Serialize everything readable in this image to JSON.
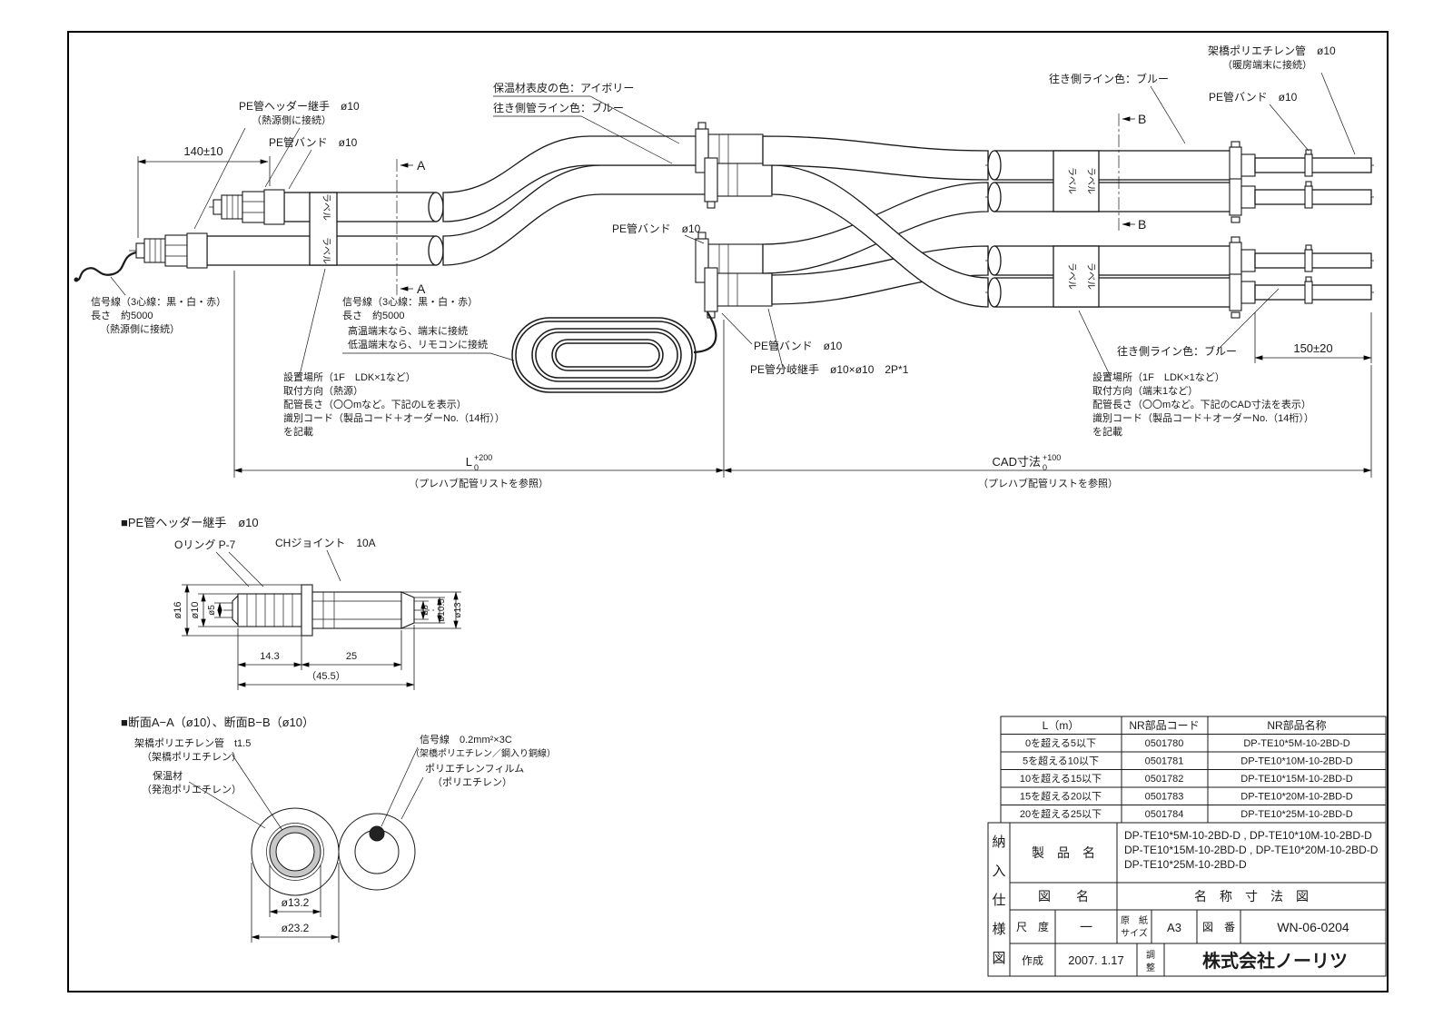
{
  "main": {
    "header_joint": "PE管ヘッダー継手　ø10",
    "header_joint_sub": "（熱源側に接続）",
    "pe_band": "PE管バンド　ø10",
    "dim_140": "140±10",
    "insulation_surface_color": "保温材表皮の色：アイボリー",
    "supply_pipe_line_color": "往き側管ライン色：ブルー",
    "supply_line_color": "往き側ライン色：ブルー",
    "pex_pipe": "架橋ポリエチレン管　ø10",
    "pex_pipe_sub": "（暖房端末に接続）",
    "signal_left_1": "信号線（3心線：黒・白・赤）",
    "signal_left_2": "長さ　約5000",
    "signal_left_3": "（熱源側に接続）",
    "signal_mid_1": "信号線（3心線：黒・白・赤）",
    "signal_mid_2": "長さ　約5000",
    "signal_mid_3": "高温端末なら、端末に接続",
    "signal_mid_4": "低温端末なら、リモコンに接続",
    "note_left_1": "設置場所（1F　LDK×1など）",
    "note_left_2": "取付方向（熱源）",
    "note_left_3": "配管長さ（〇〇mなど。下記のLを表示）",
    "note_left_4": "識別コード（製品コード＋オーダーNo.（14桁））",
    "note_left_5": "を記載",
    "branch_joint": "PE管分岐継手　ø10×ø10　2P*1",
    "note_right_1": "設置場所（1F　LDK×1など）",
    "note_right_2": "取付方向（端末1など）",
    "note_right_3": "配管長さ（〇〇mなど。下記のCAD寸法を表示）",
    "note_right_4": "識別コード（製品コード＋オーダーNo.（14桁））",
    "note_right_5": "を記載",
    "dim_150": "150±20",
    "dim_L": "L",
    "dim_L_sup": "+200",
    "dim_L_sub": "0",
    "dim_cad": "CAD寸法",
    "dim_cad_sup": "+100",
    "dim_cad_sub": "0",
    "dim_note": "（プレハブ配管リストを参照）",
    "label_tag": "ラベル",
    "sec_a": "A",
    "sec_b": "B"
  },
  "joint": {
    "title": "■PE管ヘッダー継手　ø10",
    "oring": "Oリング P-7",
    "ch_joint": "CHジョイント　10A",
    "d16": "ø16",
    "d10": "ø10",
    "d5": "ø5",
    "d8": "ø8",
    "d105": "ø10.5",
    "d13": "ø13",
    "l143": "14.3",
    "l25": "25",
    "l455": "（45.5）"
  },
  "section": {
    "title": "■断面A−A（ø10）、断面B−B（ø10）",
    "pex_1": "架橋ポリエチレン管　t1.5",
    "pex_2": "（架橋ポリエチレン）",
    "ins_1": "保温材",
    "ins_2": "（発泡ポリエチレン）",
    "sig_1": "信号線　0.2mm²×3C",
    "sig_2": "（架橋ポリエチレン／鋼入り銅線）",
    "film_1": "ポリエチレンフィルム",
    "film_2": "（ポリエチレン）",
    "d132": "ø13.2",
    "d232": "ø23.2"
  },
  "table": {
    "headers": [
      "L（m）",
      "NR部品コード",
      "NR部品名称"
    ],
    "rows": [
      [
        "0を超える5以下",
        "0501780",
        "DP-TE10*5M-10-2BD-D"
      ],
      [
        "5を超える10以下",
        "0501781",
        "DP-TE10*10M-10-2BD-D"
      ],
      [
        "10を超える15以下",
        "0501782",
        "DP-TE10*15M-10-2BD-D"
      ],
      [
        "15を超える20以下",
        "0501783",
        "DP-TE10*20M-10-2BD-D"
      ],
      [
        "20を超える25以下",
        "0501784",
        "DP-TE10*25M-10-2BD-D"
      ]
    ]
  },
  "title_block": {
    "doc_chars": [
      "納",
      "入",
      "仕",
      "様",
      "図"
    ],
    "product_label": "製　品　名",
    "product_1": "DP-TE10*5M-10-2BD-D , DP-TE10*10M-10-2BD-D",
    "product_2": "DP-TE10*15M-10-2BD-D , DP-TE10*20M-10-2BD-D",
    "product_3": "DP-TE10*25M-10-2BD-D",
    "name_label": "図　　名",
    "name_value": "名　称　寸　法　図",
    "scale_label": "尺　度",
    "scale_value": "一",
    "paper_label_1": "原　紙",
    "paper_label_2": "サイズ",
    "paper_value": "A3",
    "no_label": "図　番",
    "no_value": "WN-06-0204",
    "created_label": "作成",
    "created_value": "2007. 1.17",
    "adjust_chars": [
      "調",
      "整"
    ],
    "company": "株式会社ノーリツ"
  }
}
